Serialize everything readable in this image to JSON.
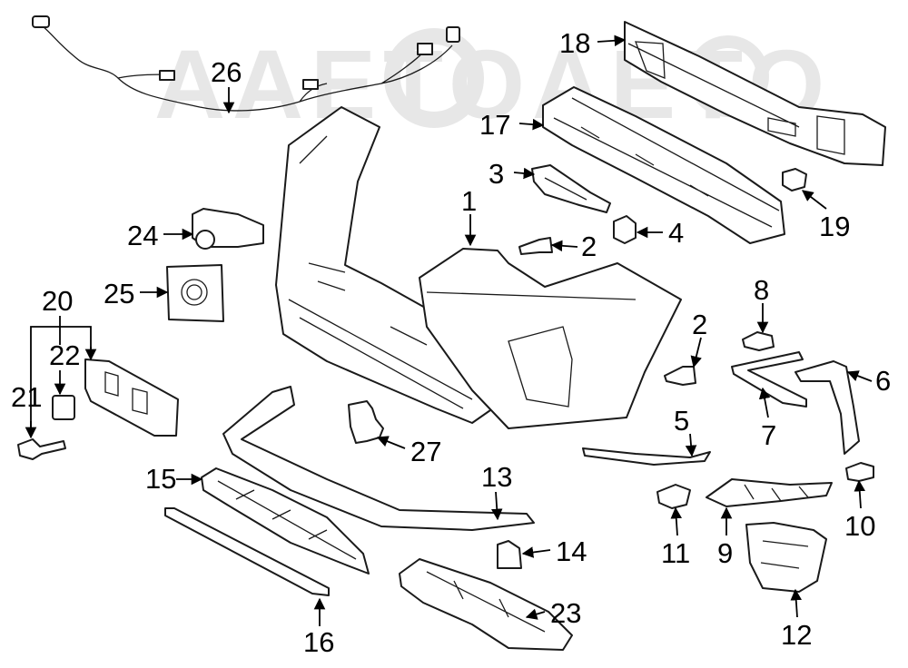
{
  "watermark": {
    "text": "AAETOAETO",
    "color": "#e3e3e3"
  },
  "diagram": {
    "line_color": "#1a1a1a",
    "background": "#ffffff",
    "callouts": [
      "1",
      "2",
      "2",
      "3",
      "4",
      "5",
      "6",
      "7",
      "8",
      "9",
      "10",
      "11",
      "12",
      "13",
      "14",
      "15",
      "16",
      "17",
      "18",
      "19",
      "20",
      "21",
      "22",
      "23",
      "24",
      "25",
      "26",
      "27"
    ]
  }
}
